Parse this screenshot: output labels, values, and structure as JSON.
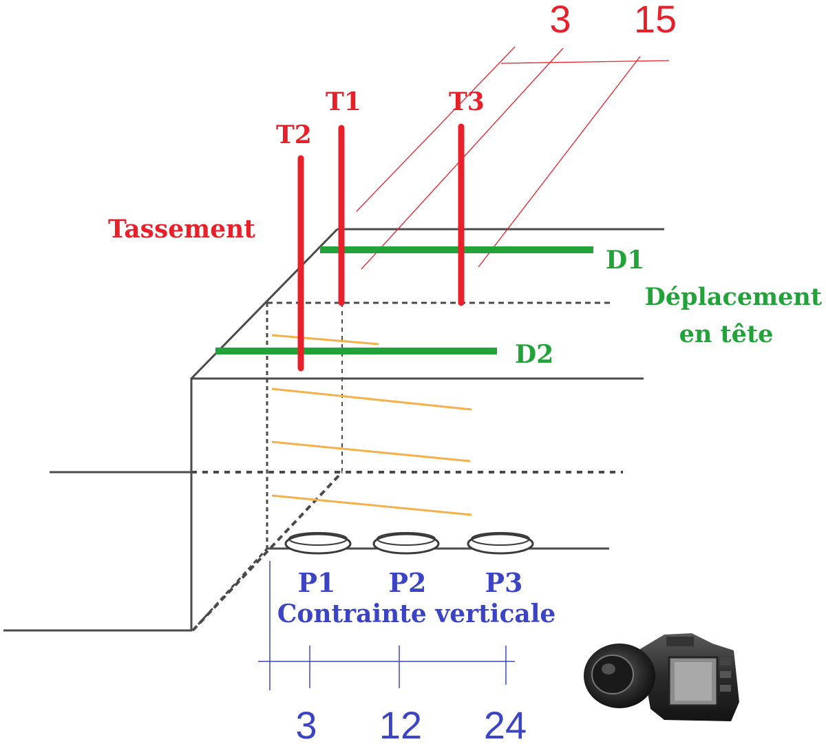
{
  "colors": {
    "structure": "#4a4a4a",
    "settlement": "#e8202a",
    "displacement": "#21a33a",
    "pressure": "#3a44c4",
    "reinforcement": "#f4b04a",
    "dimension_red": "#e8202a",
    "dimension_blue": "#3a44c4"
  },
  "labels": {
    "tassement": "Tassement",
    "t1": "T1",
    "t2": "T2",
    "t3": "T3",
    "d1": "D1",
    "d2": "D2",
    "deplacement_line1": "Déplacement",
    "deplacement_line2": "en tête",
    "p1": "P1",
    "p2": "P2",
    "p3": "P3",
    "contrainte": "Contrainte verticale"
  },
  "dimensions": {
    "top": [
      "3",
      "15"
    ],
    "bottom": [
      "3",
      "12",
      "24"
    ]
  },
  "icons": {
    "camera": "camera-icon"
  }
}
